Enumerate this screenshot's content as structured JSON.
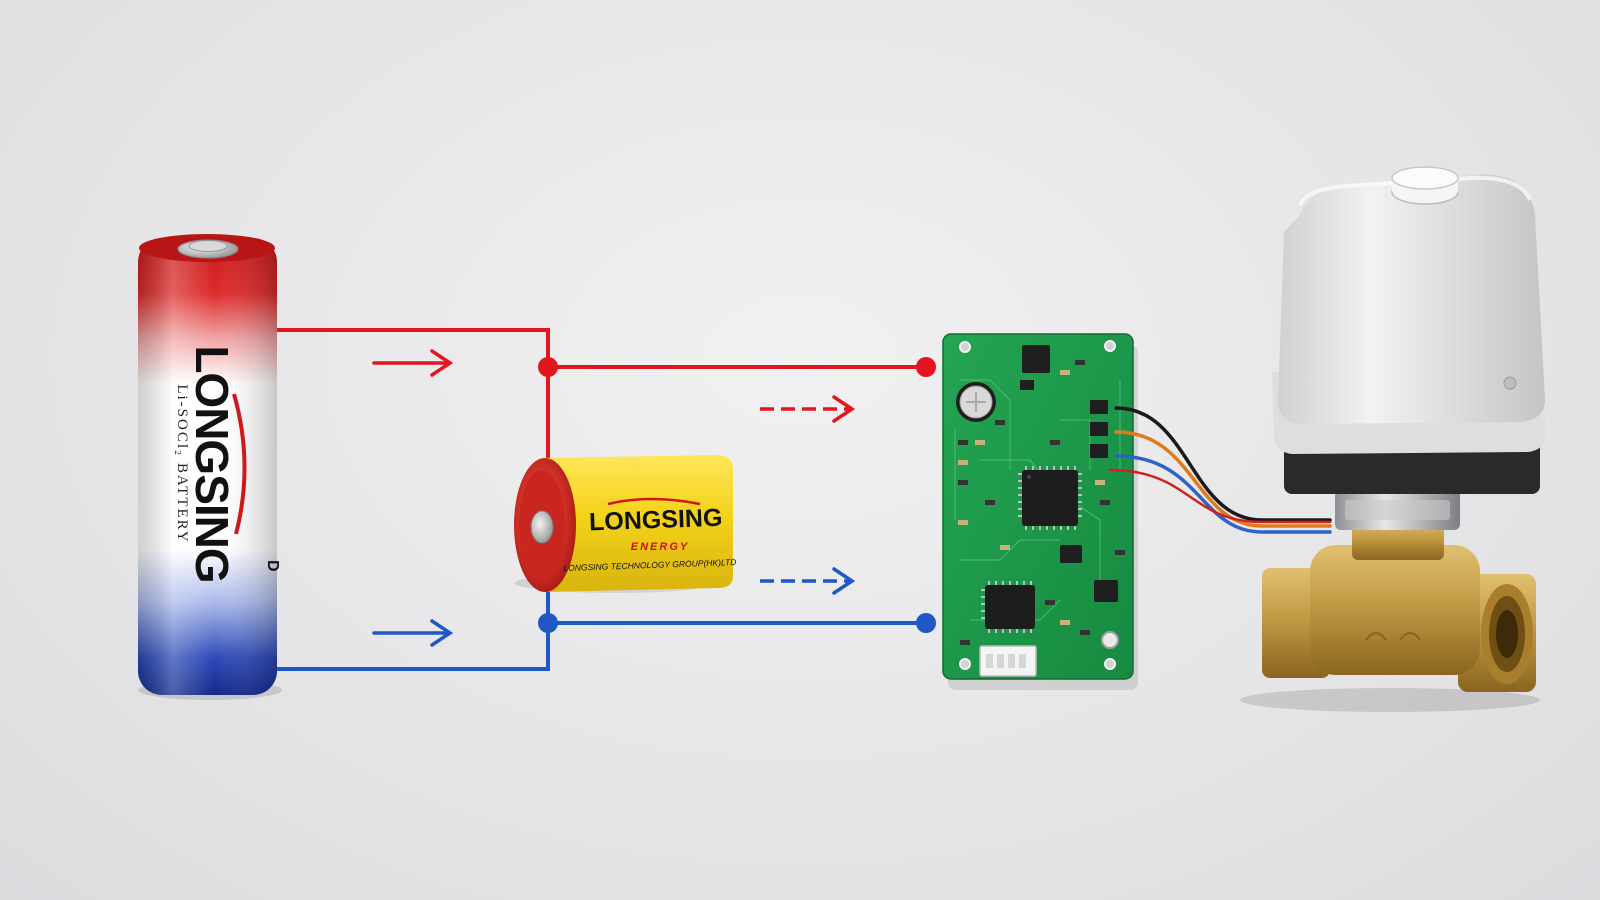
{
  "aa_battery": {
    "brand": "LONGSING",
    "subtitle": "Li-SOCl₂ BATTERY",
    "colors": {
      "top": "#d32222",
      "middle": "#ffffff",
      "bottom": "#1f3fb0"
    }
  },
  "c_battery": {
    "brand": "LONGSING",
    "energy_label": "ENERGY",
    "company": "LONGSING TECHNOLOGY GROUP(HK)LTD",
    "colors": {
      "body": "#f3d21a",
      "cap": "#d8342a"
    }
  },
  "wiring": {
    "positive_color": "#e3161f",
    "negative_color": "#1f57c4",
    "direction": "left-to-right"
  },
  "components": {
    "aa_battery_icon": "cylindrical-battery",
    "c_battery_icon": "cylindrical-battery",
    "controller_icon": "circuit-board",
    "valve_icon": "motorized-ball-valve"
  },
  "pcb_color": "#1f9a4a",
  "valve_colors": {
    "actuator": "#e2e3e3",
    "brass": "#c39a44"
  }
}
